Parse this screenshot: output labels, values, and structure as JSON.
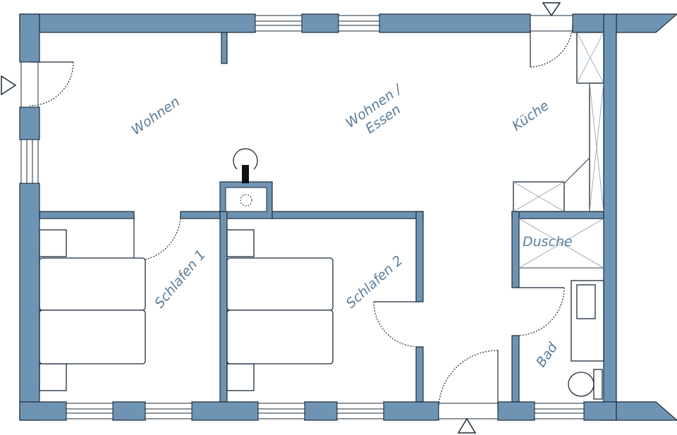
{
  "rooms": {
    "wohnen": "Wohnen",
    "wohnen_essen_1": "Wohnen /",
    "wohnen_essen_2": "Essen",
    "kueche": "Küche",
    "dusche": "Dusche",
    "schlafen1": "Schlafen 1",
    "schlafen2": "Schlafen 2",
    "bad": "Bad"
  },
  "colors": {
    "wall": "#6f94b3",
    "label": "#5b7d99",
    "line": "#1b2b3a"
  },
  "icons": [
    "entrance-arrow",
    "chimney",
    "toilet",
    "washbasin"
  ]
}
